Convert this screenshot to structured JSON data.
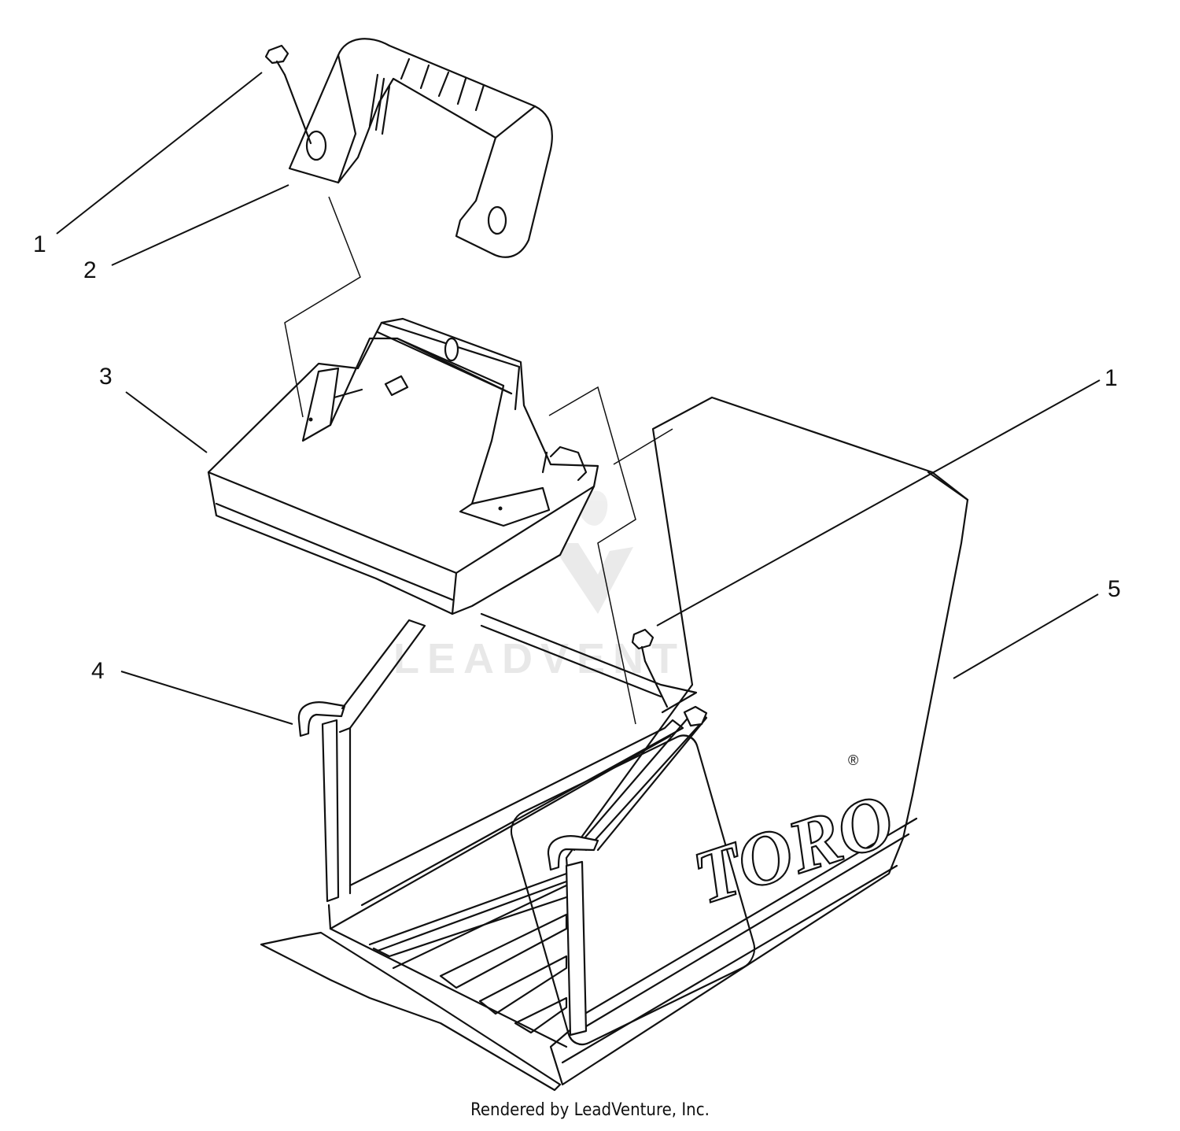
{
  "callouts": [
    {
      "id": "1",
      "label": "1"
    },
    {
      "id": "2",
      "label": "2"
    },
    {
      "id": "3",
      "label": "3"
    },
    {
      "id": "1b",
      "label": "1"
    },
    {
      "id": "4",
      "label": "4"
    },
    {
      "id": "5",
      "label": "5"
    }
  ],
  "brand_logo": {
    "text": "TORO",
    "registered": "®"
  },
  "watermark": {
    "text": "LEADVENTURE"
  },
  "footer": {
    "text": "Rendered by LeadVenture, Inc."
  }
}
